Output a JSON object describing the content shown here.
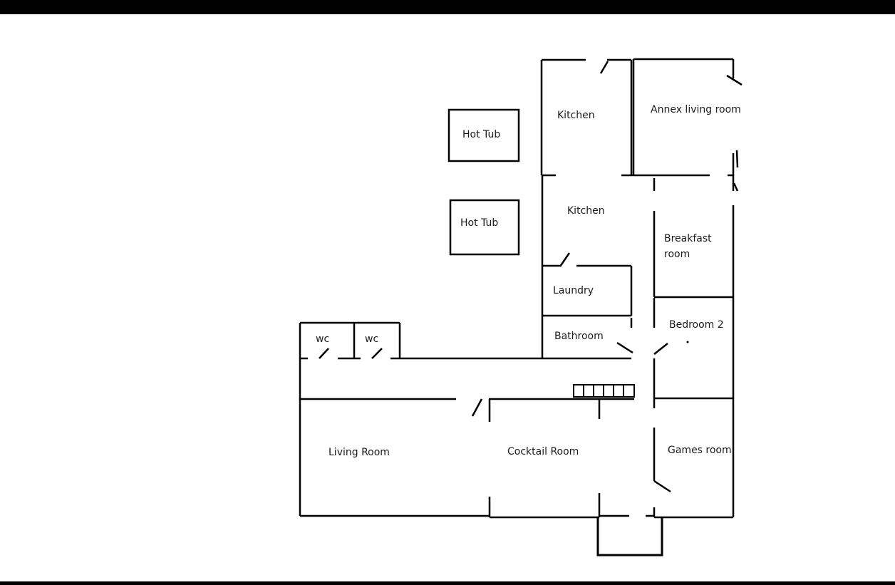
{
  "labels": {
    "kitchen_top": "Kitchen",
    "annex_living_room": "Annex living room",
    "hot_tub_1": "Hot Tub",
    "hot_tub_2": "Hot Tub",
    "kitchen_lower": "Kitchen",
    "breakfast_room_line1": "Breakfast",
    "breakfast_room_line2": "room",
    "laundry": "Laundry",
    "bathroom": "Bathroom",
    "bedroom_2": "Bedroom 2",
    "wc_1": "wc",
    "wc_2": "wc",
    "living_room": "Living Room",
    "cocktail_room": "Cocktail Room",
    "games_room": "Games room"
  }
}
